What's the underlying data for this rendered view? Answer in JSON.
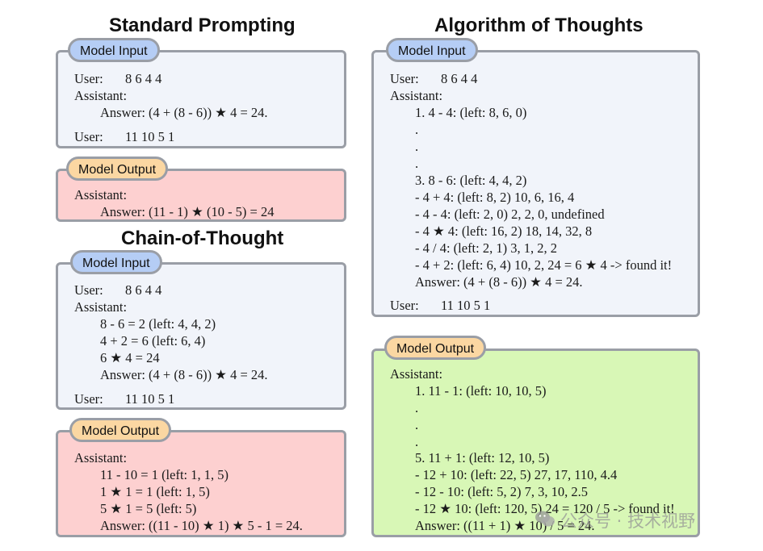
{
  "titles": {
    "standard": "Standard Prompting",
    "cot": "Chain-of-Thought",
    "aot": "Algorithm of Thoughts"
  },
  "tags": {
    "model_input": "Model Input",
    "model_output": "Model Output"
  },
  "standard": {
    "input": {
      "user1_label": "User:",
      "user1_value": "8 6 4 4",
      "assistant": "Assistant:",
      "answer": "Answer: (4 + (8 - 6)) ★ 4 = 24.",
      "user2_label": "User:",
      "user2_value": "11 10 5 1"
    },
    "output": {
      "assistant": "Assistant:",
      "answer": "Answer: (11 - 1) ★ (10 - 5) = 24"
    }
  },
  "cot": {
    "input": {
      "user1_label": "User:",
      "user1_value": "8 6 4 4",
      "assistant": "Assistant:",
      "steps": [
        "8 - 6 = 2 (left: 4, 4, 2)",
        "4 + 2 = 6 (left: 6, 4)",
        "6 ★ 4 = 24"
      ],
      "answer": "Answer: (4 + (8 - 6)) ★ 4 = 24.",
      "user2_label": "User:",
      "user2_value": "11 10 5 1"
    },
    "output": {
      "assistant": "Assistant:",
      "steps": [
        "11 - 10 = 1 (left: 1, 1, 5)",
        "1 ★ 1 = 1 (left: 1, 5)",
        "5 ★ 1 = 5 (left: 5)"
      ],
      "answer": "Answer: ((11 - 10) ★ 1) ★ 5 - 1 = 24."
    }
  },
  "aot": {
    "input": {
      "user1_label": "User:",
      "user1_value": "8 6 4 4",
      "assistant": "Assistant:",
      "lines": [
        "1. 4 - 4: (left: 8, 6, 0)",
        ".",
        ".",
        ".",
        "3. 8 - 6: (left: 4, 4, 2)",
        "- 4 + 4: (left: 8, 2) 10, 6, 16, 4",
        "- 4 - 4: (left: 2, 0) 2, 2, 0, undefined",
        "- 4 ★ 4: (left: 16, 2) 18, 14, 32, 8",
        "- 4 / 4: (left: 2, 1) 3, 1, 2, 2",
        "- 4 + 2: (left: 6, 4) 10, 2, 24 = 6 ★ 4 -> found it!",
        "Answer: (4 + (8 - 6)) ★ 4 = 24."
      ],
      "user2_label": "User:",
      "user2_value": "11 10 5 1"
    },
    "output": {
      "assistant": "Assistant:",
      "lines": [
        "1. 11 - 1: (left: 10, 10, 5)",
        ".",
        ".",
        ".",
        "5. 11 + 1: (left: 12, 10, 5)",
        "- 12 + 10: (left: 22, 5) 27, 17, 110, 4.4",
        "- 12 - 10: (left: 5, 2) 7, 3, 10, 2.5",
        "- 12 ★ 10: (left: 120, 5) 24 = 120 / 5 -> found it!",
        "Answer: ((11 + 1) ★ 10) / 5 = 24."
      ]
    }
  },
  "watermark": "公众号 · 技术视野"
}
